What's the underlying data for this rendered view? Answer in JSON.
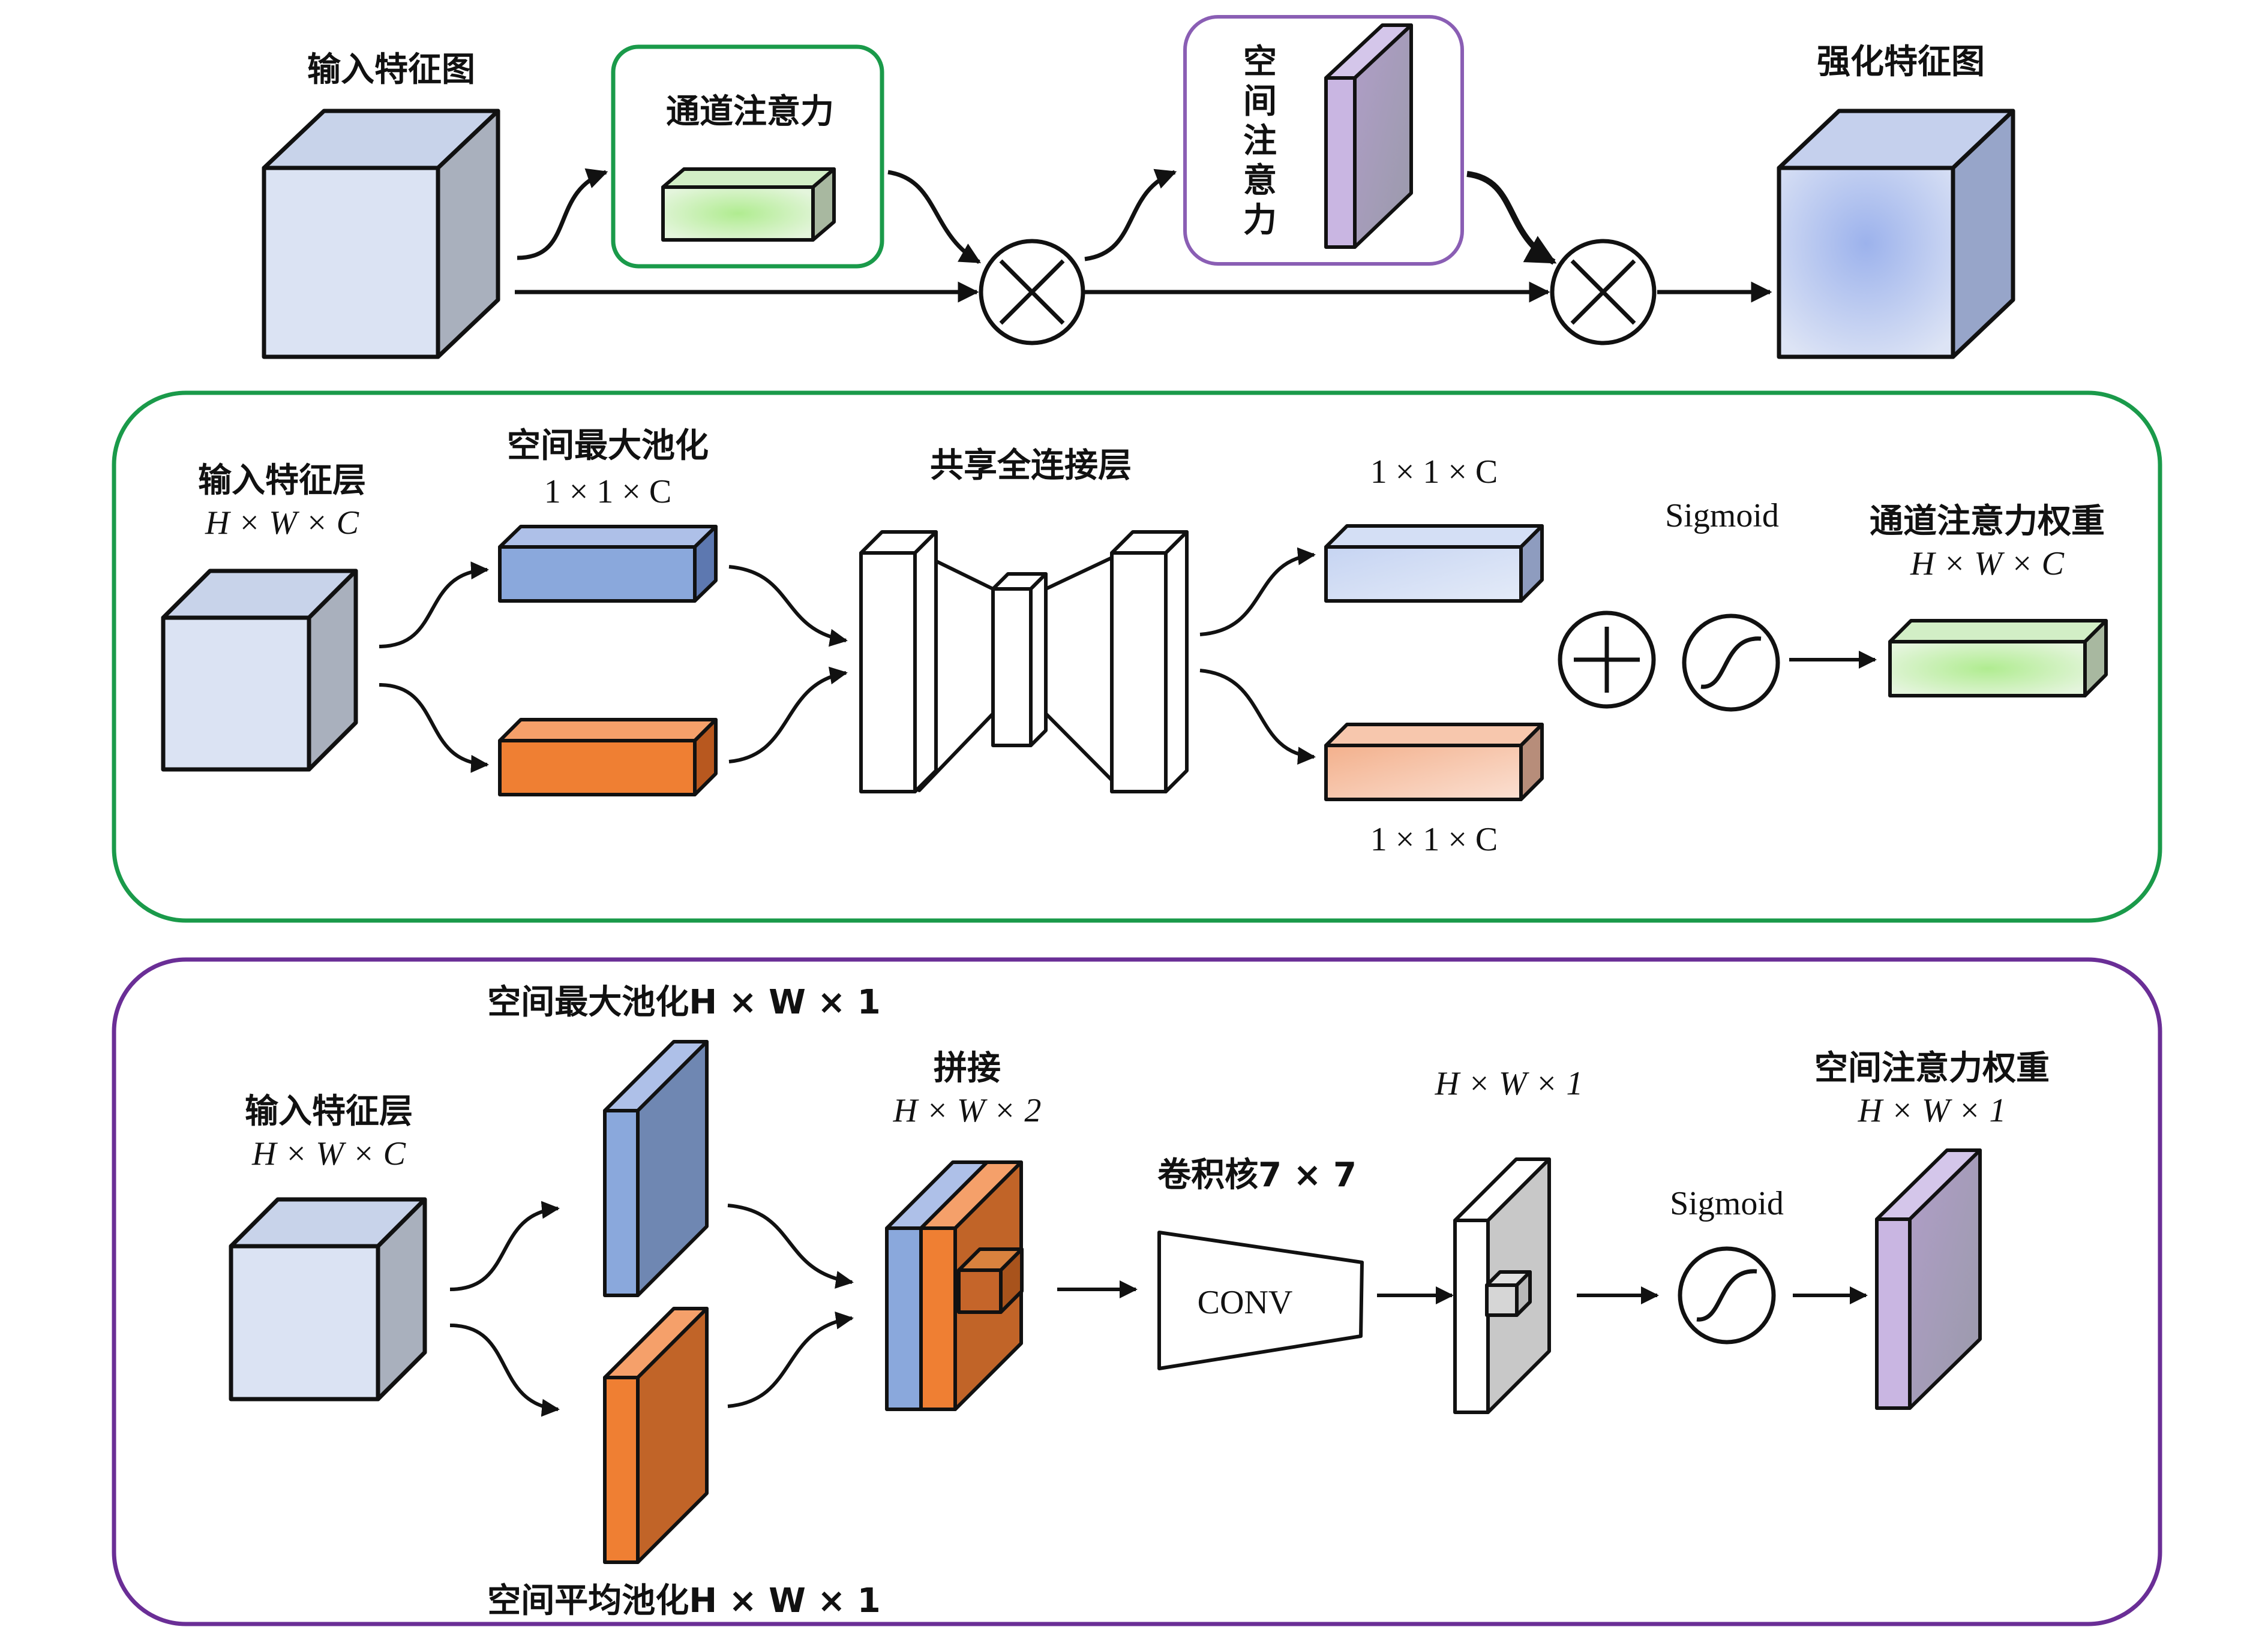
{
  "top": {
    "input_label": "输入特征图",
    "channel_box_label": "通道注意力",
    "spatial_box_label": [
      "空",
      "间",
      "注",
      "意",
      "力"
    ],
    "output_label": "强化特征图"
  },
  "channel": {
    "input_title": "输入特征层",
    "input_dims": "H × W × C",
    "maxpool_title": "空间最大池化",
    "maxpool_dims": "1 × 1 × C",
    "fc_title": "共享全连接层",
    "out_top_dims": "1 × 1 × C",
    "out_bottom_dims": "1 × 1 × C",
    "sigmoid": "Sigmoid",
    "weight_title": "通道注意力权重",
    "weight_dims": "H × W × C"
  },
  "spatial": {
    "maxpool_label": "空间最大池化H × W × 1",
    "input_title": "输入特征层",
    "input_dims": "H × W × C",
    "concat_title": "拼接",
    "concat_dims": "H × W × 2",
    "kernel_label": "卷积核7 × 7",
    "conv_label": "CONV",
    "conv_out_dims": "H × W × 1",
    "sigmoid": "Sigmoid",
    "weight_title": "空间注意力权重",
    "weight_dims": "H × W × 1",
    "avgpool_label": "空间平均池化H × W × 1"
  },
  "colors": {
    "channel_frame": "#1a9a4a",
    "spatial_frame": "#6a2e96",
    "input_face": "#dbe3f3",
    "input_side": "#a9b0bd",
    "blue_front": "#8aa8dc",
    "blue_side": "#5d78b0",
    "orange_front": "#ef7f33",
    "orange_side": "#b8581f",
    "green_center": "#b6ee9c",
    "purple_front": "#c9b6e2",
    "purple_side": "#9e8bb0"
  }
}
